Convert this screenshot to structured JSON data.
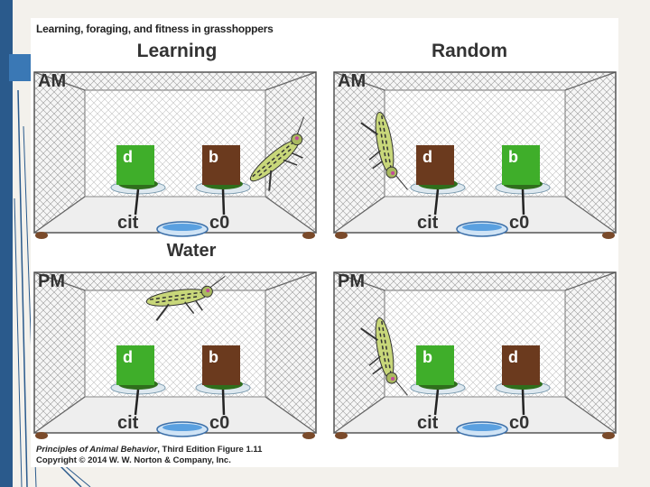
{
  "figure": {
    "title": "Learning, foraging, and fitness in grasshoppers",
    "columns": {
      "learning": "Learning",
      "random": "Random"
    },
    "water_label": "Water",
    "credit_line1_italic": "Principles of Animal Behavior",
    "credit_line1_rest": ", Third Edition   Figure 1.11",
    "credit_line2": "Copyright © 2014 W. W. Norton & Company, Inc."
  },
  "panels": [
    {
      "id": "learning-am",
      "time": "AM",
      "left_card": {
        "label": "d",
        "color": "green"
      },
      "right_card": {
        "label": "b",
        "color": "brown"
      },
      "left_dish": "cit",
      "right_dish": "c0"
    },
    {
      "id": "random-am",
      "time": "AM",
      "left_card": {
        "label": "d",
        "color": "brown"
      },
      "right_card": {
        "label": "b",
        "color": "green"
      },
      "left_dish": "cit",
      "right_dish": "c0"
    },
    {
      "id": "learning-pm",
      "time": "PM",
      "left_card": {
        "label": "d",
        "color": "green"
      },
      "right_card": {
        "label": "b",
        "color": "brown"
      },
      "left_dish": "cit",
      "right_dish": "c0"
    },
    {
      "id": "random-pm",
      "time": "PM",
      "left_card": {
        "label": "b",
        "color": "green"
      },
      "right_card": {
        "label": "d",
        "color": "brown"
      },
      "left_dish": "cit",
      "right_dish": "c0"
    }
  ],
  "colors": {
    "card_green": "#3fae2a",
    "card_brown": "#6b3a1e",
    "slide_blue": "#2a5a8c",
    "water": "#5aa0e0"
  }
}
